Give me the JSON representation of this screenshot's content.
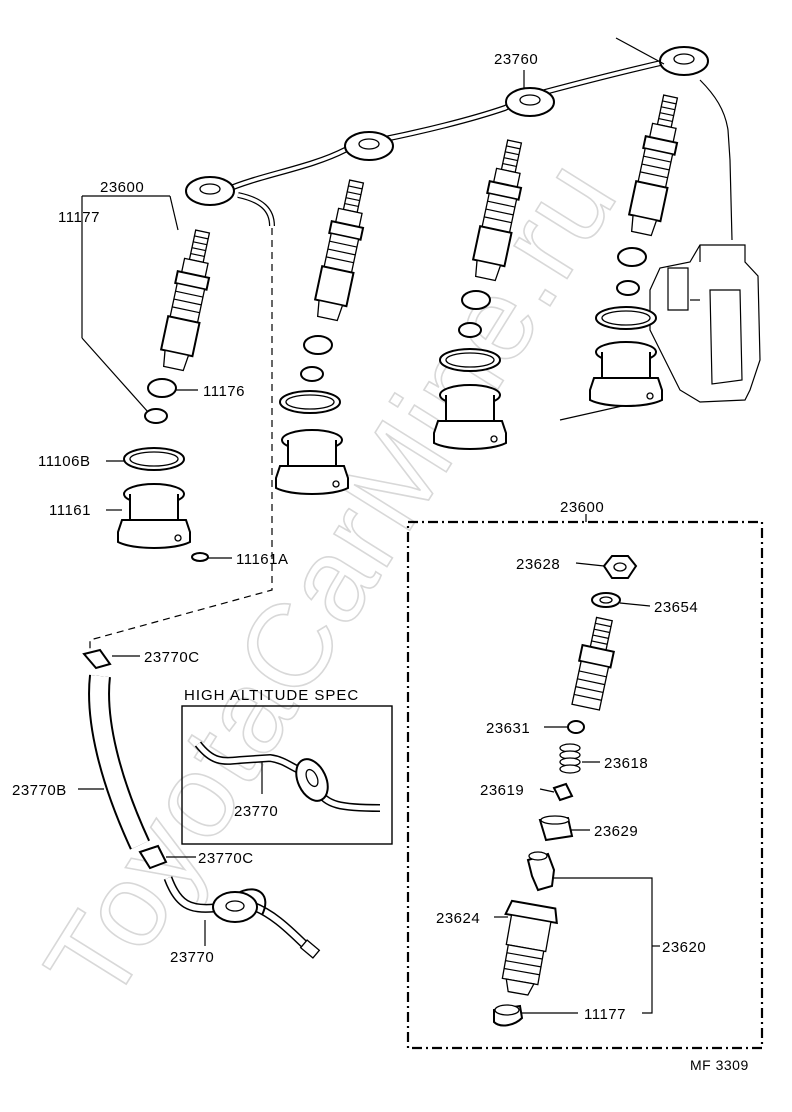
{
  "watermark": "ToyotaCarMine.ru",
  "labels": {
    "p23760": "23760",
    "p23600_top": "23600",
    "p11177_top": "11177",
    "p11176": "11176",
    "p11106B": "11106B",
    "p11161": "11161",
    "p11161A": "11161A",
    "p23600_box": "23600",
    "p23628": "23628",
    "p23654": "23654",
    "p23631": "23631",
    "p23618": "23618",
    "p23619": "23619",
    "p23629": "23629",
    "p23624": "23624",
    "p23620": "23620",
    "p11177_box": "11177",
    "p23770C_top": "23770C",
    "p23770B": "23770B",
    "p23770C_bottom": "23770C",
    "p23770_spec": "23770",
    "p23770_bottom": "23770"
  },
  "spec_box_title": "HIGH ALTITUDE SPEC",
  "figure_code": "MF  3309"
}
